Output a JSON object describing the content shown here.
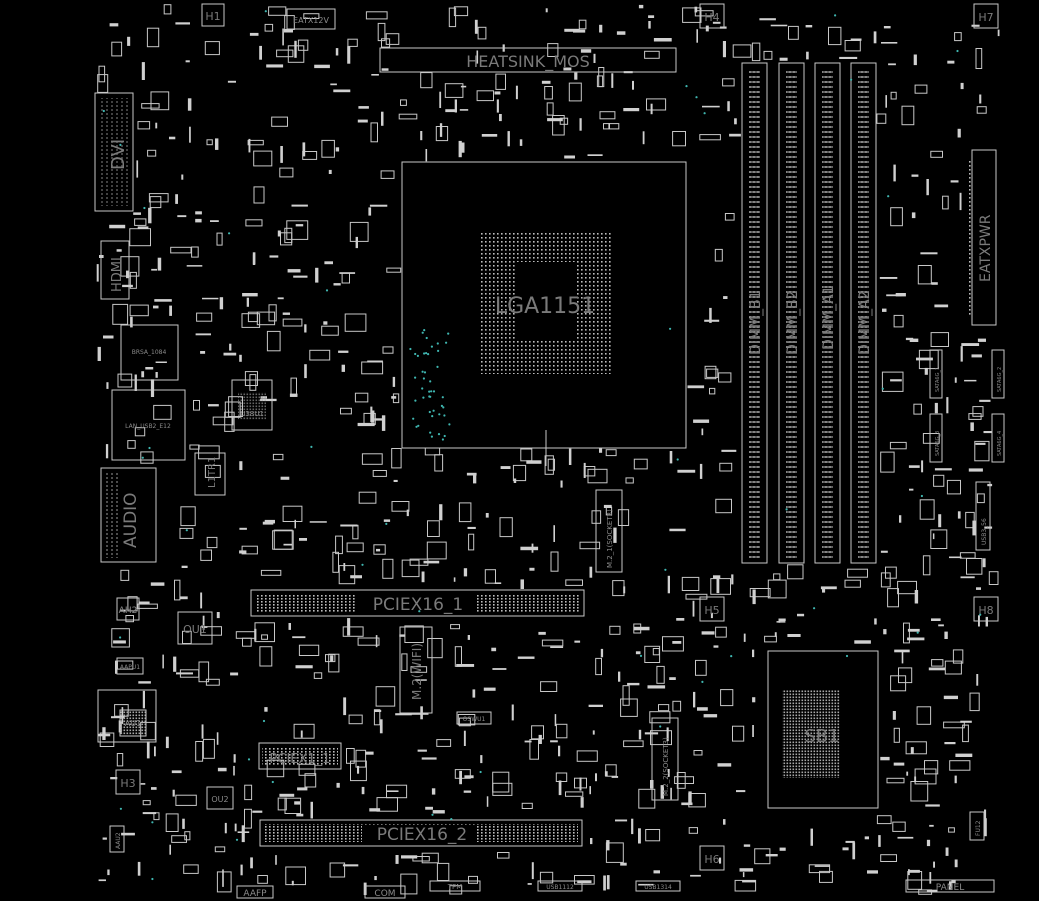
{
  "board": {
    "colors": {
      "background": "#000000",
      "outline": "#c8c8c8",
      "label": "#7a7a7a",
      "via": "#3fb6b0"
    },
    "labels": {
      "h1": "H1",
      "h3": "H3",
      "h4": "H4",
      "h5": "H5",
      "h6": "H6",
      "h7": "H7",
      "h8": "H8",
      "eatx12v": "EATX12V",
      "heatsink": "HEATSINK_MOS",
      "dvi": "DVI",
      "hdmi": "HDMI",
      "cpu_socket": "LGA1151",
      "dimm_b1": "DIMM_B1",
      "dimm_b2": "DIMM_B2",
      "dimm_a1": "DIMM_A1",
      "dimm_a2": "DIMM_A2",
      "eatxpwr": "EATXPWR",
      "audio": "AUDIO",
      "litr1": "L1TR1",
      "lan_chip": "LAN_USB2_E12",
      "usb_chip": "U38U1",
      "video_chip": "BRSA_1084",
      "pciex16_1": "PCIEX16_1",
      "pciex16_2": "PCIEX16_2",
      "pciex1_1": "PCIEX1_1",
      "m2_wifi": "M.2(WIFI)",
      "m2_1": "M.2_1(SOCKET3)",
      "m2_2": "M.2_2(SOCKET3)",
      "sb1": "SB1",
      "ah2": "AH2",
      "ou1": "OU1",
      "ou2": "OU2",
      "au1": "AU1",
      "aapu1": "AAPU1",
      "aau2": "AAU2",
      "aafp": "AAFP",
      "com": "COM",
      "tpm": "TPM",
      "usb1112": "USB1112",
      "usb1314": "USB1314",
      "panel": "PANEL",
      "oswu1": "OSWU1",
      "sata6g_1": "SATA6G_1",
      "sata6g_2": "SATA6G_2",
      "sata6g_3": "SATA6G_3",
      "sata6g_4": "SATA6G_4",
      "usb3_56": "USB3_56",
      "fu12": "FU12"
    }
  }
}
